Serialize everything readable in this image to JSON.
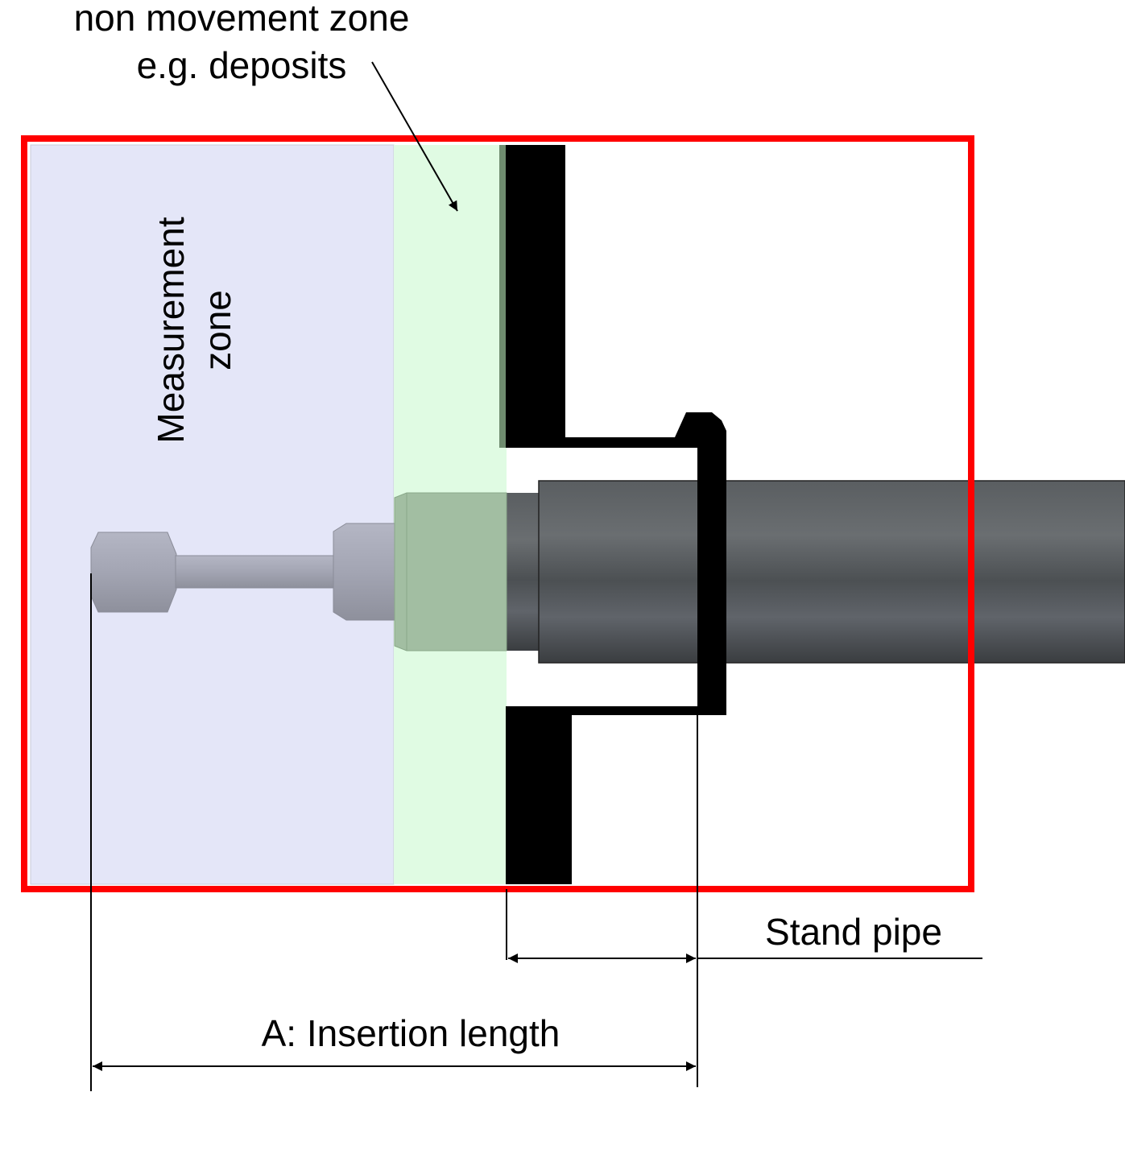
{
  "labels": {
    "non_movement_line1": "non movement zone",
    "non_movement_line2": "e.g. deposits",
    "measurement_line1": "Measurement",
    "measurement_line2": "zone",
    "stand_pipe": "Stand pipe",
    "insertion_length": "A: Insertion length"
  },
  "colors": {
    "frame": "#ff0000",
    "measurement_zone": "#e4e6f8",
    "non_movement_zone": "#e0fbe3",
    "wall": "#000000",
    "pipe": "#5f6366",
    "probe": "#a6a8b6"
  }
}
